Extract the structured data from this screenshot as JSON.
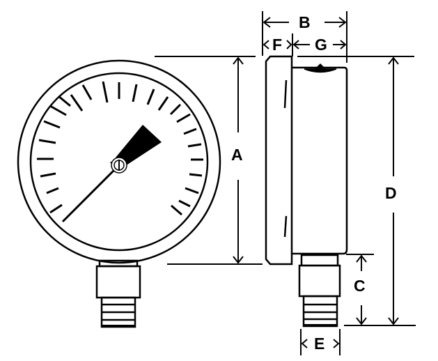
{
  "diagram": {
    "subject": "Pressure gauge dimension drawing",
    "views": [
      "front-view",
      "side-view"
    ],
    "dimension_labels": {
      "A": "A",
      "B": "B",
      "C": "C",
      "D": "D",
      "E": "E",
      "F": "F",
      "G": "G"
    },
    "colors": {
      "line": "#000000",
      "background": "#ffffff"
    }
  }
}
